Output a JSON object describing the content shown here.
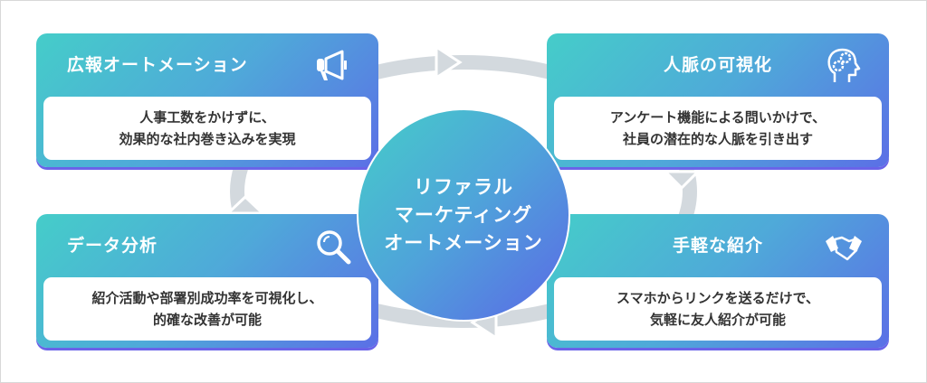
{
  "center": {
    "label": "リファラル\nマーケティング\nオートメーション"
  },
  "cards": [
    {
      "title": "広報オートメーション",
      "body": "人事工数をかけずに、\n効果的な社内巻き込みを実現",
      "icon": "megaphone-icon"
    },
    {
      "title": "人脈の可視化",
      "body": "アンケート機能による問いかけで、\n社員の潜在的な人脈を引き出す",
      "icon": "head-gears-icon"
    },
    {
      "title": "データ分析",
      "body": "紹介活動や部署別成功率を可視化し、\n的確な改善が可能",
      "icon": "magnifier-icon"
    },
    {
      "title": "手軽な紹介",
      "body": "スマホからリンクを送るだけで、\n気軽に友人紹介が可能",
      "icon": "handshake-icon"
    }
  ],
  "colors": {
    "gradient_start": "#45cdc9",
    "gradient_end": "#5b68e6",
    "ring": "#d3d9de"
  }
}
